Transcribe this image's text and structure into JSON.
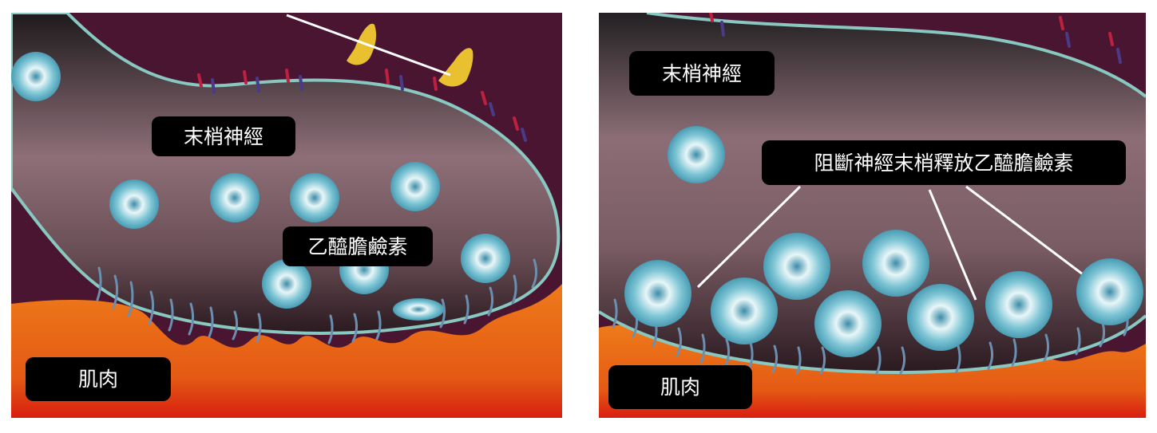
{
  "left_panel": {
    "nerve_label": "末梢神經",
    "acetylcholine_label": "乙醯膽鹼素",
    "muscle_label": "肌肉"
  },
  "right_panel": {
    "nerve_label": "末梢神經",
    "blocking_label": "阻斷神經末梢釋放乙醯膽鹼素",
    "muscle_label": "肌肉"
  },
  "colors": {
    "synapse_bg": "#4a1530",
    "nerve_fill": "#8a6a72",
    "membrane": "#88c8c0",
    "muscle": "#e8781a",
    "vesicle": "#5fb0c4",
    "toxin": "#e8c030"
  }
}
